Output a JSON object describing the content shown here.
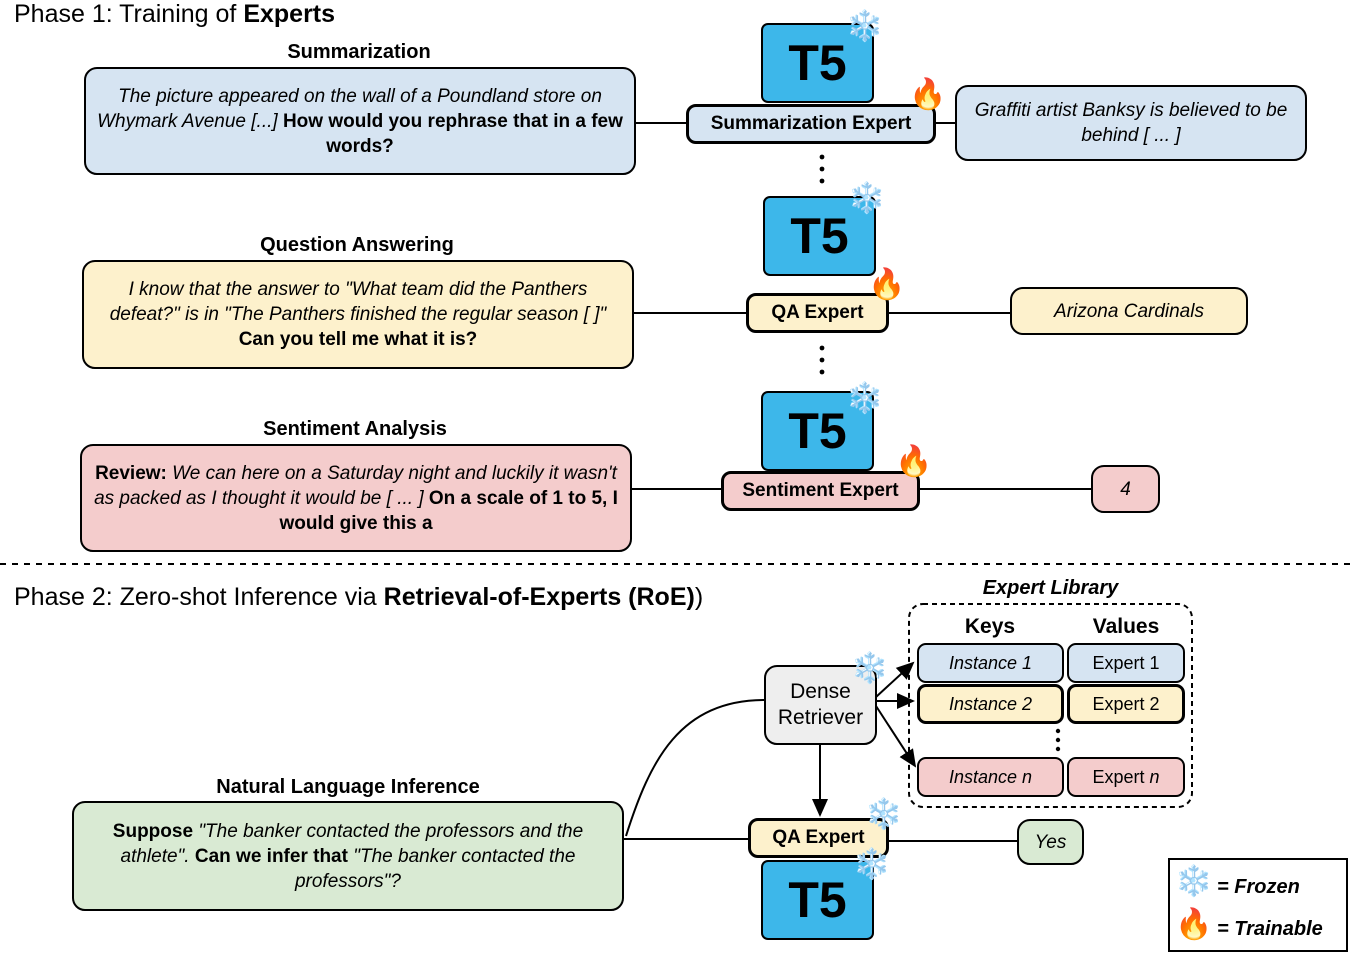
{
  "phase1": {
    "title_plain": "Phase 1: Training of ",
    "title_bold": "Experts",
    "summarization": {
      "task_title": "Summarization",
      "input_italic": "The picture appeared on the wall of a Poundland store on Whymark Avenue [...]",
      "input_bold": "How would you rephrase that in a few words?",
      "model": "T5",
      "expert": "Summarization Expert",
      "output": "Graffiti artist Banksy is believed to be behind [ ... ]"
    },
    "qa": {
      "task_title": "Question Answering",
      "input_italic": "I know that the answer to \"What team did the Panthers defeat?\" is in \"The Panthers finished the regular season [    ]\"",
      "input_bold": "Can you tell me what it is?",
      "model": "T5",
      "expert": "QA Expert",
      "output": "Arizona Cardinals"
    },
    "sentiment": {
      "task_title": "Sentiment Analysis",
      "input_bold_lead": "Review:",
      "input_italic": "We can here on a Saturday night and luckily it wasn't as packed as I thought it would be [ ... ]",
      "input_bold": "On a scale of 1 to 5, I would give this a",
      "model": "T5",
      "expert": "Sentiment Expert",
      "output": "4"
    }
  },
  "phase2": {
    "title_plain_a": "Phase 2: Zero-shot Inference via ",
    "title_bold": "Retrieval-of-Experts (RoE)",
    "title_plain_b": ")",
    "title_paren": "",
    "nli": {
      "task_title": "Natural Language Inference",
      "lead_bold": "Suppose",
      "premise_italic": "\"The banker contacted the professors and the athlete\".",
      "mid_bold": "Can we infer that",
      "hypothesis_italic": "\"The banker contacted the professors\"?"
    },
    "retriever": "Dense Retriever",
    "expert": "QA Expert",
    "model": "T5",
    "output": "Yes",
    "library": {
      "title": "Expert Library",
      "keys_header": "Keys",
      "values_header": "Values",
      "rows": [
        {
          "key": "Instance 1",
          "value": "Expert 1",
          "value_suffix": "",
          "color": "#d6e4f2"
        },
        {
          "key": "Instance 2",
          "value": "Expert 2",
          "value_suffix": "",
          "color": "#fdf1cc"
        },
        {
          "key": "Instance n",
          "value": "Expert ",
          "value_suffix": "n",
          "color": "#f4cccc"
        }
      ]
    }
  },
  "legend": {
    "frozen_icon": "snowflake-icon",
    "frozen_label": "= Frozen",
    "trainable_icon": "fire-icon",
    "trainable_label": "= Trainable"
  },
  "colors": {
    "t5": "#3db7ea",
    "blue": "#d6e4f2",
    "yellow": "#fdf1cc",
    "red": "#f4cccc",
    "green": "#d9ead3",
    "gray": "#eeeeee"
  }
}
